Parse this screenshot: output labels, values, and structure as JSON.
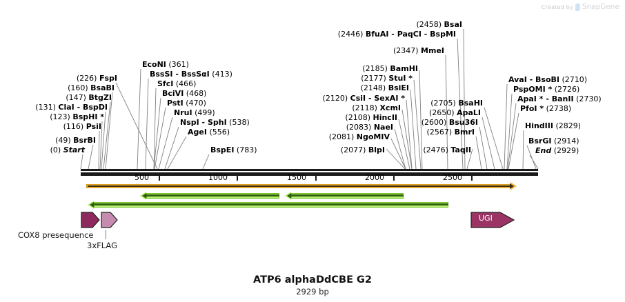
{
  "watermark": {
    "created_by": "Created by",
    "brand": "SnapGene",
    "logo_icon": "snapgene-logo-icon"
  },
  "plasmid": {
    "name": "ATP6 alphaDdCBE G2",
    "length_label": "2929 bp",
    "length_bp": 2929,
    "start_label": "Start",
    "start_pos": "(0)",
    "end_label": "End",
    "end_pos": "(2929)"
  },
  "ruler": {
    "ticks": [
      {
        "label": "500",
        "bp": 500
      },
      {
        "label": "1000",
        "bp": 1000
      },
      {
        "label": "1500",
        "bp": 1500
      },
      {
        "label": "2000",
        "bp": 2000
      },
      {
        "label": "2500",
        "bp": 2500
      }
    ]
  },
  "enzymes_left": [
    {
      "pos": "(226)",
      "name": "FspI",
      "bp": 226,
      "align": "right"
    },
    {
      "pos": "(160)",
      "name": "BsaBI",
      "bp": 160,
      "align": "right"
    },
    {
      "pos": "(147)",
      "name": "BtgZI",
      "bp": 147,
      "align": "right"
    },
    {
      "pos": "(131)",
      "name": "ClaI - BspDI",
      "bp": 131,
      "align": "right"
    },
    {
      "pos": "(123)",
      "name": "BspHI *",
      "bp": 123,
      "align": "right"
    },
    {
      "pos": "(116)",
      "name": "PsiI",
      "bp": 116,
      "align": "right"
    },
    {
      "pos": "(49)",
      "name": "BsrBI",
      "bp": 49,
      "align": "right"
    },
    {
      "pos": "(0)",
      "name": "Start",
      "bp": 0,
      "align": "right",
      "italic": true
    }
  ],
  "enzymes_midleft": [
    {
      "pos": "(361)",
      "name": "EcoNI",
      "bp": 361,
      "align": "left"
    },
    {
      "pos": "(413)",
      "name": "BssSI - BssSαI",
      "bp": 413,
      "align": "left"
    },
    {
      "pos": "(466)",
      "name": "SfcI",
      "bp": 466,
      "align": "left"
    },
    {
      "pos": "(468)",
      "name": "BciVI",
      "bp": 468,
      "align": "left"
    },
    {
      "pos": "(470)",
      "name": "PstI",
      "bp": 470,
      "align": "left"
    },
    {
      "pos": "(499)",
      "name": "NruI",
      "bp": 499,
      "align": "left"
    },
    {
      "pos": "(538)",
      "name": "NspI - SphI",
      "bp": 538,
      "align": "left"
    },
    {
      "pos": "(556)",
      "name": "AgeI",
      "bp": 556,
      "align": "left"
    },
    {
      "pos": "(783)",
      "name": "BspEI",
      "bp": 783,
      "align": "left"
    }
  ],
  "enzymes_mid": [
    {
      "pos": "(2458)",
      "name": "BsaI",
      "bp": 2458,
      "align": "right"
    },
    {
      "pos": "(2446)",
      "name": "BfuAI - PaqCI - BspMI",
      "bp": 2446,
      "align": "right"
    },
    {
      "pos": "(2347)",
      "name": "MmeI",
      "bp": 2347,
      "align": "right"
    },
    {
      "pos": "(2185)",
      "name": "BamHI",
      "bp": 2185,
      "align": "right"
    },
    {
      "pos": "(2177)",
      "name": "StuI *",
      "bp": 2177,
      "align": "right"
    },
    {
      "pos": "(2148)",
      "name": "BsiEI",
      "bp": 2148,
      "align": "right"
    },
    {
      "pos": "(2120)",
      "name": "CsiI - SexAI *",
      "bp": 2120,
      "align": "right"
    },
    {
      "pos": "(2118)",
      "name": "XcmI",
      "bp": 2118,
      "align": "right"
    },
    {
      "pos": "(2108)",
      "name": "HincII",
      "bp": 2108,
      "align": "right"
    },
    {
      "pos": "(2083)",
      "name": "NaeI",
      "bp": 2083,
      "align": "right"
    },
    {
      "pos": "(2081)",
      "name": "NgoMIV",
      "bp": 2081,
      "align": "right"
    },
    {
      "pos": "(2077)",
      "name": "BlpI",
      "bp": 2077,
      "align": "right"
    }
  ],
  "enzymes_midright": [
    {
      "pos": "(2705)",
      "name": "BsaHI",
      "bp": 2705,
      "align": "right"
    },
    {
      "pos": "(2650)",
      "name": "ApaLI",
      "bp": 2650,
      "align": "right"
    },
    {
      "pos": "(2600)",
      "name": "Bsu36I",
      "bp": 2600,
      "align": "right"
    },
    {
      "pos": "(2567)",
      "name": "BmrI",
      "bp": 2567,
      "align": "right"
    },
    {
      "pos": "(2476)",
      "name": "TaqII",
      "bp": 2476,
      "align": "right"
    }
  ],
  "enzymes_right": [
    {
      "pos": "(2710)",
      "name": "AvaI - BsoBI",
      "bp": 2710,
      "align": "left"
    },
    {
      "pos": "(2726)",
      "name": "PspOMI *",
      "bp": 2726,
      "align": "left"
    },
    {
      "pos": "(2730)",
      "name": "ApaI * - BanII",
      "bp": 2730,
      "align": "left"
    },
    {
      "pos": "(2738)",
      "name": "PfoI *",
      "bp": 2738,
      "align": "left"
    },
    {
      "pos": "(2829)",
      "name": "HindIII",
      "bp": 2829,
      "align": "left"
    },
    {
      "pos": "(2914)",
      "name": "BsrGI",
      "bp": 2914,
      "align": "left"
    },
    {
      "pos": "(2929)",
      "name": "End",
      "bp": 2929,
      "align": "left",
      "italic": true
    }
  ],
  "features": [
    {
      "label": "COX8 presequence",
      "type": "arrow-right",
      "color": "#8e2a5e"
    },
    {
      "label": "3xFLAG",
      "type": "arrow-right",
      "color": "#c68bb0"
    },
    {
      "label": "UGI",
      "type": "arrow-right",
      "color": "#9c3365"
    }
  ],
  "tracks": {
    "orange": {
      "color": "#f5b942",
      "direction": "right"
    },
    "green": {
      "color": "#b6f06a",
      "direction": "left",
      "segments": 3
    }
  }
}
